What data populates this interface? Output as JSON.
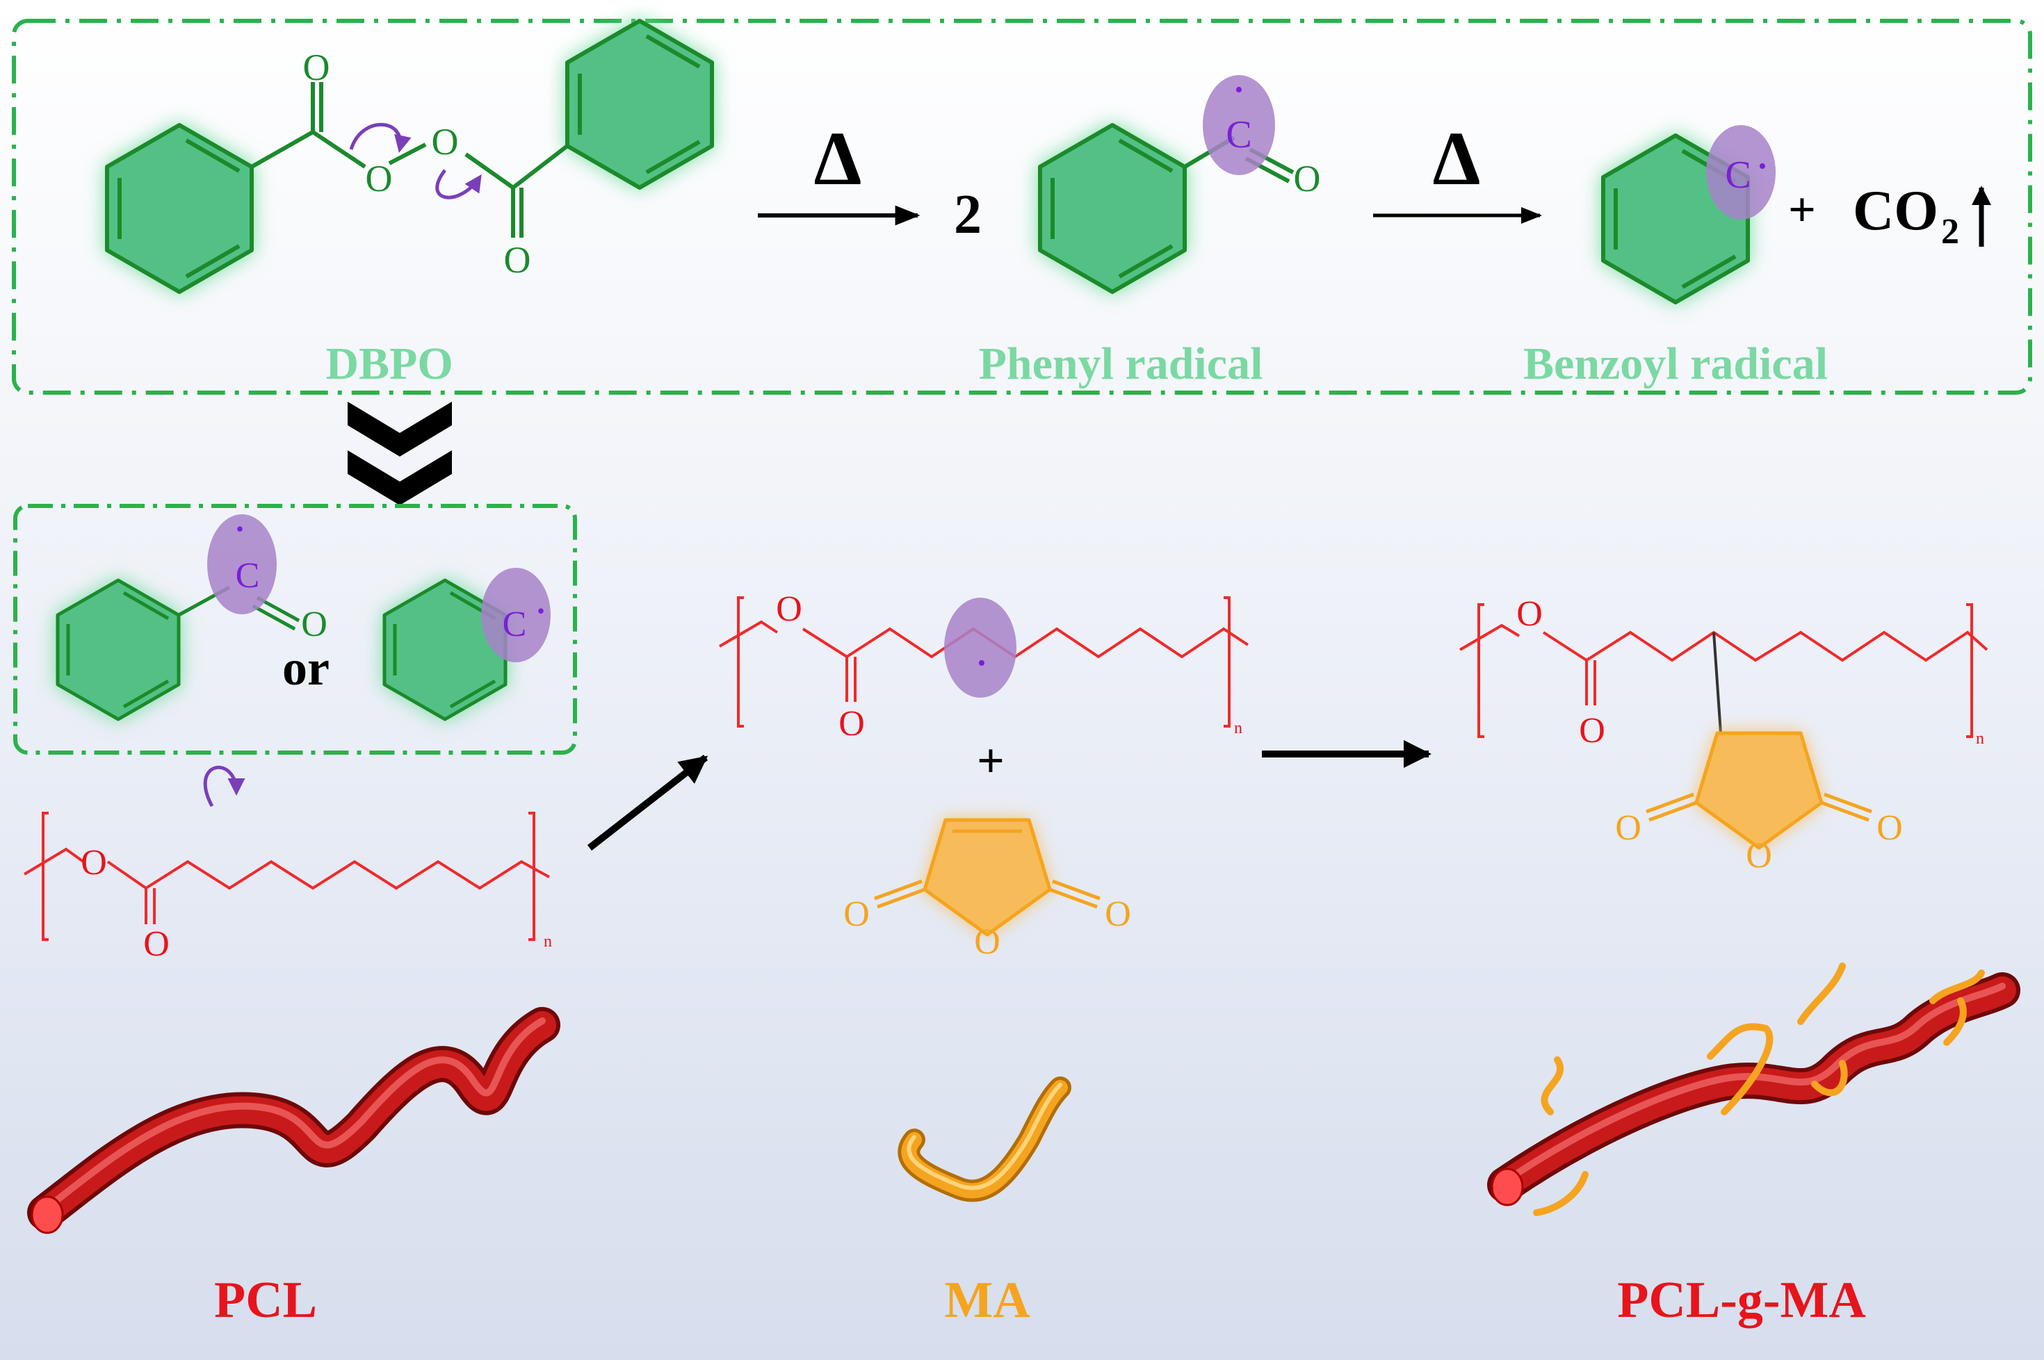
{
  "labels": {
    "dbpo": "DBPO",
    "phenyl_radical": "Phenyl radical",
    "benzoyl_radical": "Benzoyl radical",
    "pcl": "PCL",
    "ma": "MA",
    "pcl_g_ma": "PCL-g-MA",
    "or": "or",
    "co2": "CO",
    "co2_sub": "2",
    "coef_2": "2",
    "plus": "+",
    "heat": "Δ",
    "n": "n"
  },
  "atoms": {
    "o": "O",
    "c": "C",
    "radical_dot": "•"
  },
  "colors": {
    "background_top": "#ffffff",
    "background_bottom": "#d9e1ef",
    "label_green": "#7ad9a2",
    "label_red": "#e8141b",
    "label_orange": "#f5a41f",
    "benzene_fill": "#52c185",
    "benzene_glow": "#7fe0a8",
    "bond_green": "#1b8a2c",
    "radical_purple": "#a783c9",
    "radical_text": "#7a1fd6",
    "polymer_red": "#ef2a2a",
    "anhydride_fill": "#f7bb5a",
    "anhydride_orange": "#f5a41f",
    "arrow_black": "#000000",
    "box_dash": "#2bb24c"
  }
}
